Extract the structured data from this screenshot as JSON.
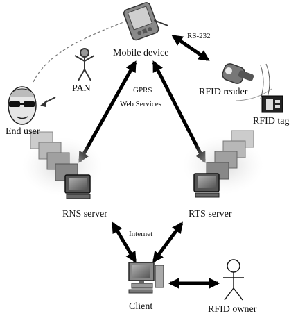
{
  "diagram": {
    "nodes": {
      "mobile_device": "Mobile device",
      "rfid_reader": "RFID reader",
      "rfid_tag": "RFID tag",
      "end_user": "End user",
      "rns_server": "RNS server",
      "rts_server": "RTS server",
      "client": "Client",
      "rfid_owner": "RFID owner"
    },
    "links": {
      "pan": "PAN",
      "rs232": "RS-232",
      "gprs": "GPRS",
      "web_services": "Web Services",
      "internet": "Internet"
    }
  }
}
